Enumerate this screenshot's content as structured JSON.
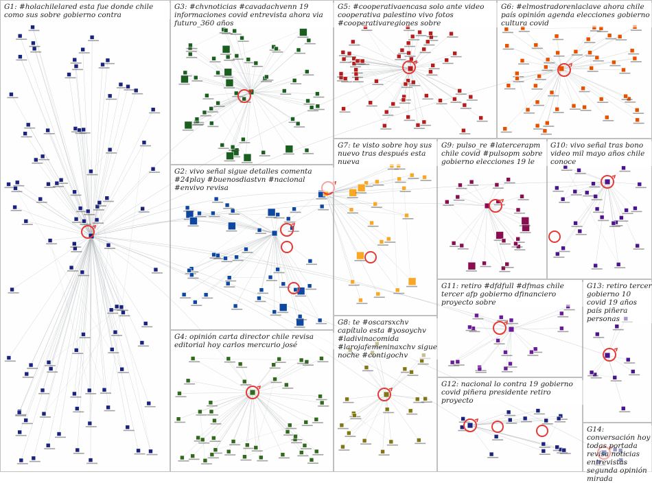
{
  "groups": [
    {
      "id": "G1",
      "label": "G1: #holachilelared esta fue donde chile como sus sobre gobierno contra",
      "color": "#1a237e"
    },
    {
      "id": "G3",
      "label": "G3: #chvnoticias #cavadachvenn 19 informaciones covid entrevista ahora via futuro_360 años",
      "color": "#1b5e20"
    },
    {
      "id": "G5",
      "label": "G5: #cooperativaencasa solo ante video cooperativa palestino vivo fotos #cooperativaregiones sobre",
      "color": "#b71c1c"
    },
    {
      "id": "G6",
      "label": "G6: #elmostradorenlaclave ahora chile país opinión agenda elecciones gobierno cultura covid",
      "color": "#e65100"
    },
    {
      "id": "G2",
      "label": "G2: vivo señal sigue detalles comenta #24play #buenosdiastvn #nacional #envivo revisa",
      "color": "#0d47a1"
    },
    {
      "id": "G7",
      "label": "G7: te visto sobre hoy sus nuevo tras después esta nueva",
      "color": "#f9a825"
    },
    {
      "id": "G9",
      "label": "G9: pulso_re #latercerapm chile covid #pulsopm sobre gobierno elecciones 19 le",
      "color": "#880e4f"
    },
    {
      "id": "G10",
      "label": "G10: vivo señal tras bono video mil mayo años chile conoce",
      "color": "#4a148c"
    },
    {
      "id": "G11",
      "label": "G11: retiro #dfdfull #dfmas chile tercer afp gobierno dfinanciero proyecto sobre",
      "color": "#6a1b9a"
    },
    {
      "id": "G13",
      "label": "G13: retiro tercer gobierno 10 covid 19 años país piñera personas",
      "color": "#4a148c"
    },
    {
      "id": "G4",
      "label": "G4: opinión carta director chile revisa editorial hoy carlos mercurio josé",
      "color": "#33691e"
    },
    {
      "id": "G8",
      "label": "G8: te #oscarsxchv capítulo esta #yosoychv #ladivinacomida #larojafemeninaxchv sigue noche #contigochv",
      "color": "#827717"
    },
    {
      "id": "G12",
      "label": "G12: nacional lo contra 19 gobierno covid piñera presidente retiro proyecto",
      "color": "#1a237e"
    },
    {
      "id": "G14",
      "label": "G14: conversación hoy todas portada revisa noticias entrevistas segunda opinión mirada",
      "color": "#1a237e"
    }
  ],
  "palette": {
    "edge": "#9aa0a6",
    "border": "#b0b0b0",
    "loop": "#e53935",
    "background": "#fefefe"
  }
}
